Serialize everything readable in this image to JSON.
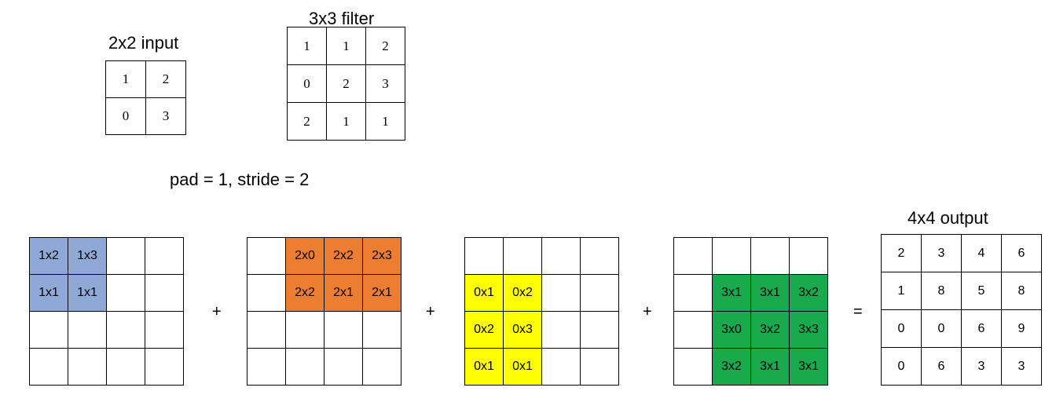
{
  "input": {
    "title": "2x2 input",
    "rows": [
      [
        "1",
        "2"
      ],
      [
        "0",
        "3"
      ]
    ]
  },
  "filter": {
    "title": "3x3 filter",
    "rows": [
      [
        "1",
        "1",
        "2"
      ],
      [
        "0",
        "2",
        "3"
      ],
      [
        "2",
        "1",
        "1"
      ]
    ]
  },
  "params_text": "pad = 1, stride = 2",
  "partials": [
    {
      "color": "#8fa9d6",
      "rows": [
        [
          "1x2",
          "1x3",
          "",
          ""
        ],
        [
          "1x1",
          "1x1",
          "",
          ""
        ],
        [
          "",
          "",
          "",
          ""
        ],
        [
          "",
          "",
          "",
          ""
        ]
      ],
      "filled": [
        [
          1,
          1,
          0,
          0
        ],
        [
          1,
          1,
          0,
          0
        ],
        [
          0,
          0,
          0,
          0
        ],
        [
          0,
          0,
          0,
          0
        ]
      ]
    },
    {
      "color": "#ed7d31",
      "rows": [
        [
          "",
          "2x0",
          "2x2",
          "2x3"
        ],
        [
          "",
          "2x2",
          "2x1",
          "2x1"
        ],
        [
          "",
          "",
          "",
          ""
        ],
        [
          "",
          "",
          "",
          ""
        ]
      ],
      "filled": [
        [
          0,
          1,
          1,
          1
        ],
        [
          0,
          1,
          1,
          1
        ],
        [
          0,
          0,
          0,
          0
        ],
        [
          0,
          0,
          0,
          0
        ]
      ]
    },
    {
      "color": "#ffff00",
      "rows": [
        [
          "",
          "",
          "",
          ""
        ],
        [
          "0x1",
          "0x2",
          "",
          ""
        ],
        [
          "0x2",
          "0x3",
          "",
          ""
        ],
        [
          "0x1",
          "0x1",
          "",
          ""
        ]
      ],
      "filled": [
        [
          0,
          0,
          0,
          0
        ],
        [
          1,
          1,
          0,
          0
        ],
        [
          1,
          1,
          0,
          0
        ],
        [
          1,
          1,
          0,
          0
        ]
      ]
    },
    {
      "color": "#1aaa4e",
      "rows": [
        [
          "",
          "",
          "",
          ""
        ],
        [
          "",
          "3x1",
          "3x1",
          "3x2"
        ],
        [
          "",
          "3x0",
          "3x2",
          "3x3"
        ],
        [
          "",
          "3x2",
          "3x1",
          "3x1"
        ]
      ],
      "filled": [
        [
          0,
          0,
          0,
          0
        ],
        [
          0,
          1,
          1,
          1
        ],
        [
          0,
          1,
          1,
          1
        ],
        [
          0,
          1,
          1,
          1
        ]
      ]
    }
  ],
  "operators": [
    "+",
    "+",
    "+",
    "="
  ],
  "output": {
    "title": "4x4 output",
    "rows": [
      [
        "2",
        "3",
        "4",
        "6"
      ],
      [
        "1",
        "8",
        "5",
        "8"
      ],
      [
        "0",
        "0",
        "6",
        "9"
      ],
      [
        "0",
        "6",
        "3",
        "3"
      ]
    ]
  }
}
